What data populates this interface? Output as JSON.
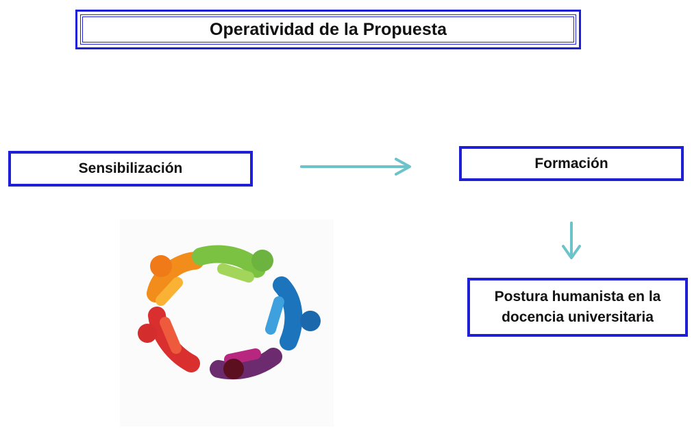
{
  "title": "Operatividad de la Propuesta",
  "nodes": {
    "sensibilizacion": "Sensibilización",
    "formacion": "Formación",
    "postura_line1": "Postura  humanista en la",
    "postura_line2": "docencia universitaria"
  },
  "colors": {
    "border": "#1f1fd6",
    "arrow": "#6cc3c9",
    "figures": [
      "#f28c1b",
      "#7cc242",
      "#1c74bd",
      "#6c2a6f",
      "#d92f2f"
    ]
  },
  "icons": {
    "team": "circle-of-people-icon"
  }
}
